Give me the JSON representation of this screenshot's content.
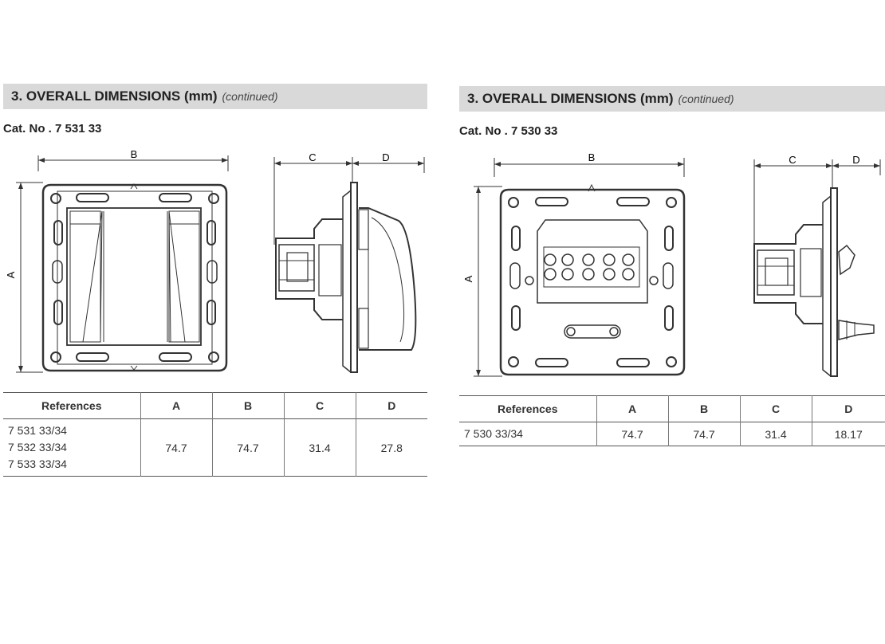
{
  "panels": [
    {
      "header": {
        "title": "3. OVERALL DIMENSIONS (mm)",
        "continued": "(continued)"
      },
      "cat_no": "Cat. No . 7 531 33",
      "dimension_labels": {
        "A": "A",
        "B": "B",
        "C": "C",
        "D": "D"
      },
      "table": {
        "headers": [
          "References",
          "A",
          "B",
          "C",
          "D"
        ],
        "rows": [
          {
            "references": [
              "7 531 33/34",
              "7 532 33/34",
              "7 533 33/34"
            ],
            "A": "74.7",
            "B": "74.7",
            "C": "31.4",
            "D": "27.8"
          }
        ]
      }
    },
    {
      "header": {
        "title": "3. OVERALL DIMENSIONS (mm)",
        "continued": "(continued)"
      },
      "cat_no": "Cat. No . 7 530 33",
      "dimension_labels": {
        "A": "A",
        "B": "B",
        "C": "C",
        "D": "D"
      },
      "table": {
        "headers": [
          "References",
          "A",
          "B",
          "C",
          "D"
        ],
        "rows": [
          {
            "references": [
              "7 530 33/34"
            ],
            "A": "74.7",
            "B": "74.7",
            "C": "31.4",
            "D": "18.17"
          }
        ]
      }
    }
  ]
}
